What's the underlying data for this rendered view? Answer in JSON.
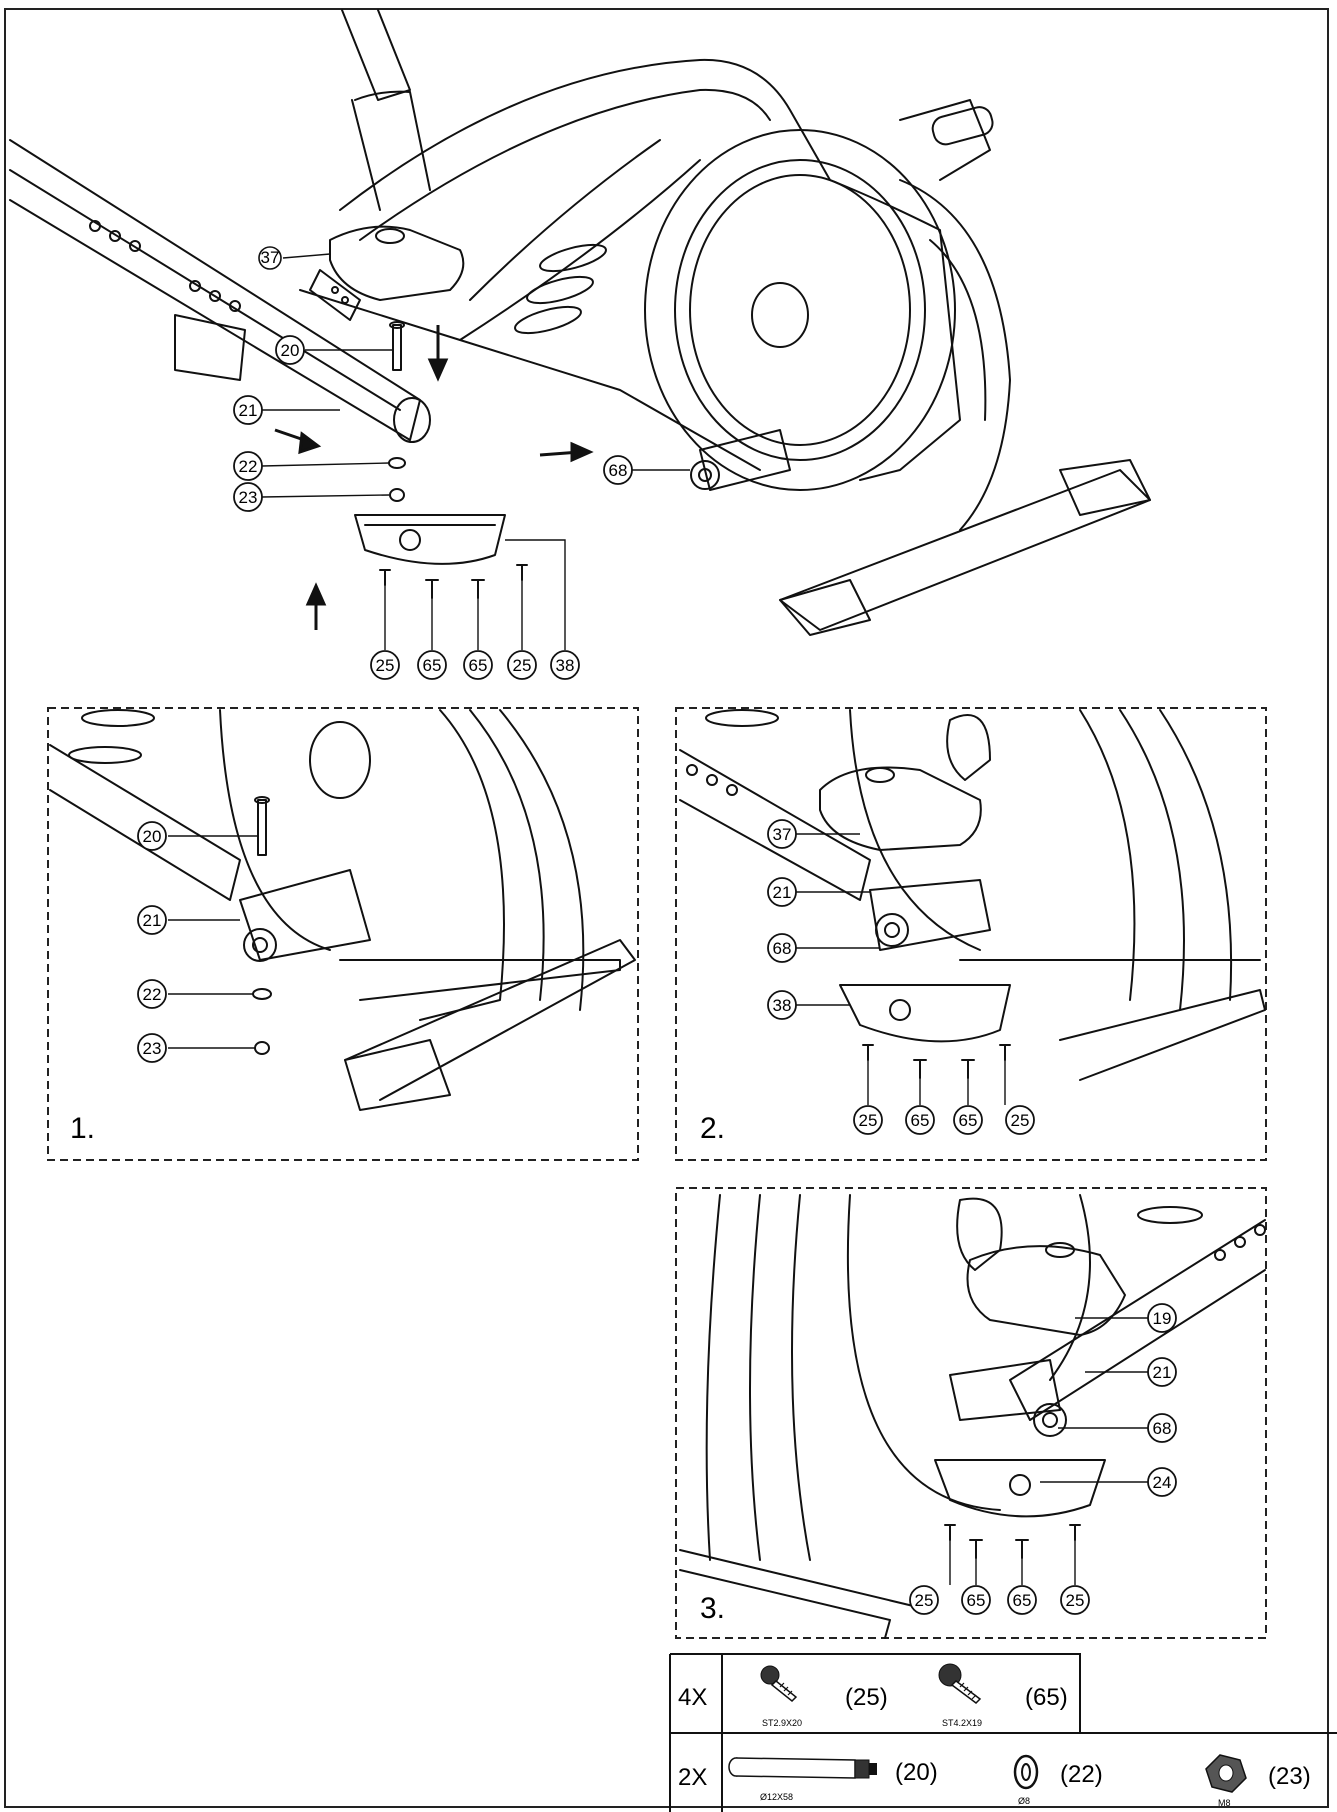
{
  "main": {
    "callouts": [
      "37",
      "20",
      "21",
      "22",
      "23",
      "68",
      "25",
      "65",
      "65",
      "25",
      "38"
    ]
  },
  "steps": [
    {
      "number": "1.",
      "callouts": [
        "20",
        "21",
        "22",
        "23"
      ]
    },
    {
      "number": "2.",
      "callouts": [
        "37",
        "21",
        "68",
        "38",
        "25",
        "65",
        "65",
        "25"
      ]
    },
    {
      "number": "3.",
      "callouts": [
        "19",
        "21",
        "68",
        "24",
        "25",
        "65",
        "65",
        "25"
      ]
    }
  ],
  "hardware": {
    "rows": [
      {
        "qty": "4X",
        "items": [
          {
            "icon": "screw-icon",
            "ref": "(25)",
            "spec": "ST2.9X20"
          },
          {
            "icon": "screw-icon",
            "ref": "(65)",
            "spec": "ST4.2X19"
          }
        ]
      },
      {
        "qty": "2X",
        "items": [
          {
            "icon": "bolt-icon",
            "ref": "(20)",
            "spec": "Ø12X58"
          },
          {
            "icon": "washer-icon",
            "ref": "(22)",
            "spec": "Ø8"
          },
          {
            "icon": "nut-icon",
            "ref": "(23)",
            "spec": "M8"
          }
        ]
      }
    ]
  }
}
